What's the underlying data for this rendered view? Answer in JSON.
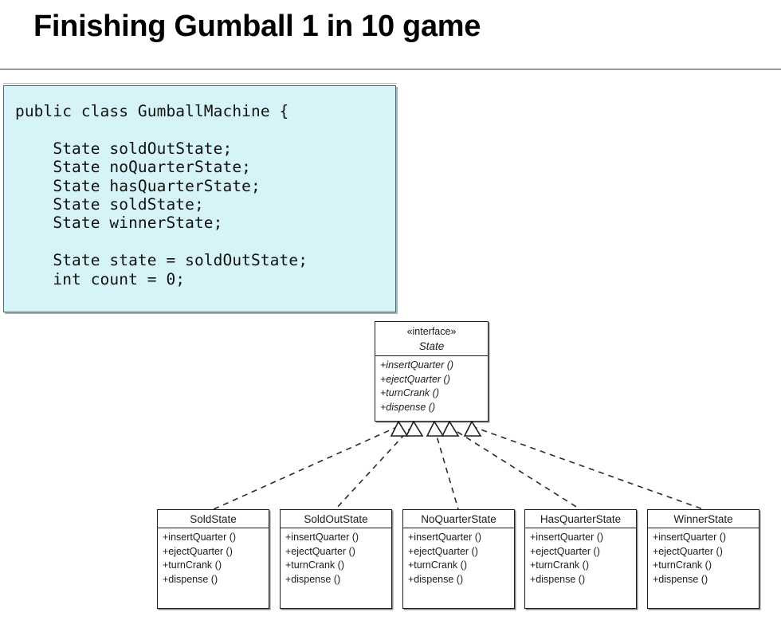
{
  "slide": {
    "title": "Finishing Gumball 1 in 10 game"
  },
  "code_block": {
    "language": "java",
    "background_color": "#d6f4f7",
    "text": "public class GumballMachine {\n\n    State soldOutState;\n    State noQuarterState;\n    State hasQuarterState;\n    State soldState;\n    State winnerState;\n\n    State state = soldOutState;\n    int count = 0;\n"
  },
  "uml": {
    "interface": {
      "stereotype": "«interface»",
      "name": "State",
      "methods": [
        "+insertQuarter ()",
        "+ejectQuarter ()",
        "+turnCrank ()",
        "+dispense ()"
      ]
    },
    "subclasses": [
      {
        "name": "SoldState",
        "methods": [
          "+insertQuarter ()",
          "+ejectQuarter ()",
          "+turnCrank ()",
          "+dispense ()"
        ]
      },
      {
        "name": "SoldOutState",
        "methods": [
          "+insertQuarter ()",
          "+ejectQuarter ()",
          "+turnCrank ()",
          "+dispense ()"
        ]
      },
      {
        "name": "NoQuarterState",
        "methods": [
          "+insertQuarter ()",
          "+ejectQuarter ()",
          "+turnCrank ()",
          "+dispense ()"
        ]
      },
      {
        "name": "HasQuarterState",
        "methods": [
          "+insertQuarter ()",
          "+ejectQuarter ()",
          "+turnCrank ()",
          "+dispense ()"
        ]
      },
      {
        "name": "WinnerState",
        "methods": [
          "+insertQuarter ()",
          "+ejectQuarter ()",
          "+turnCrank ()",
          "+dispense ()"
        ]
      }
    ],
    "relationship": "realization (dashed line, hollow triangle arrowhead)"
  }
}
